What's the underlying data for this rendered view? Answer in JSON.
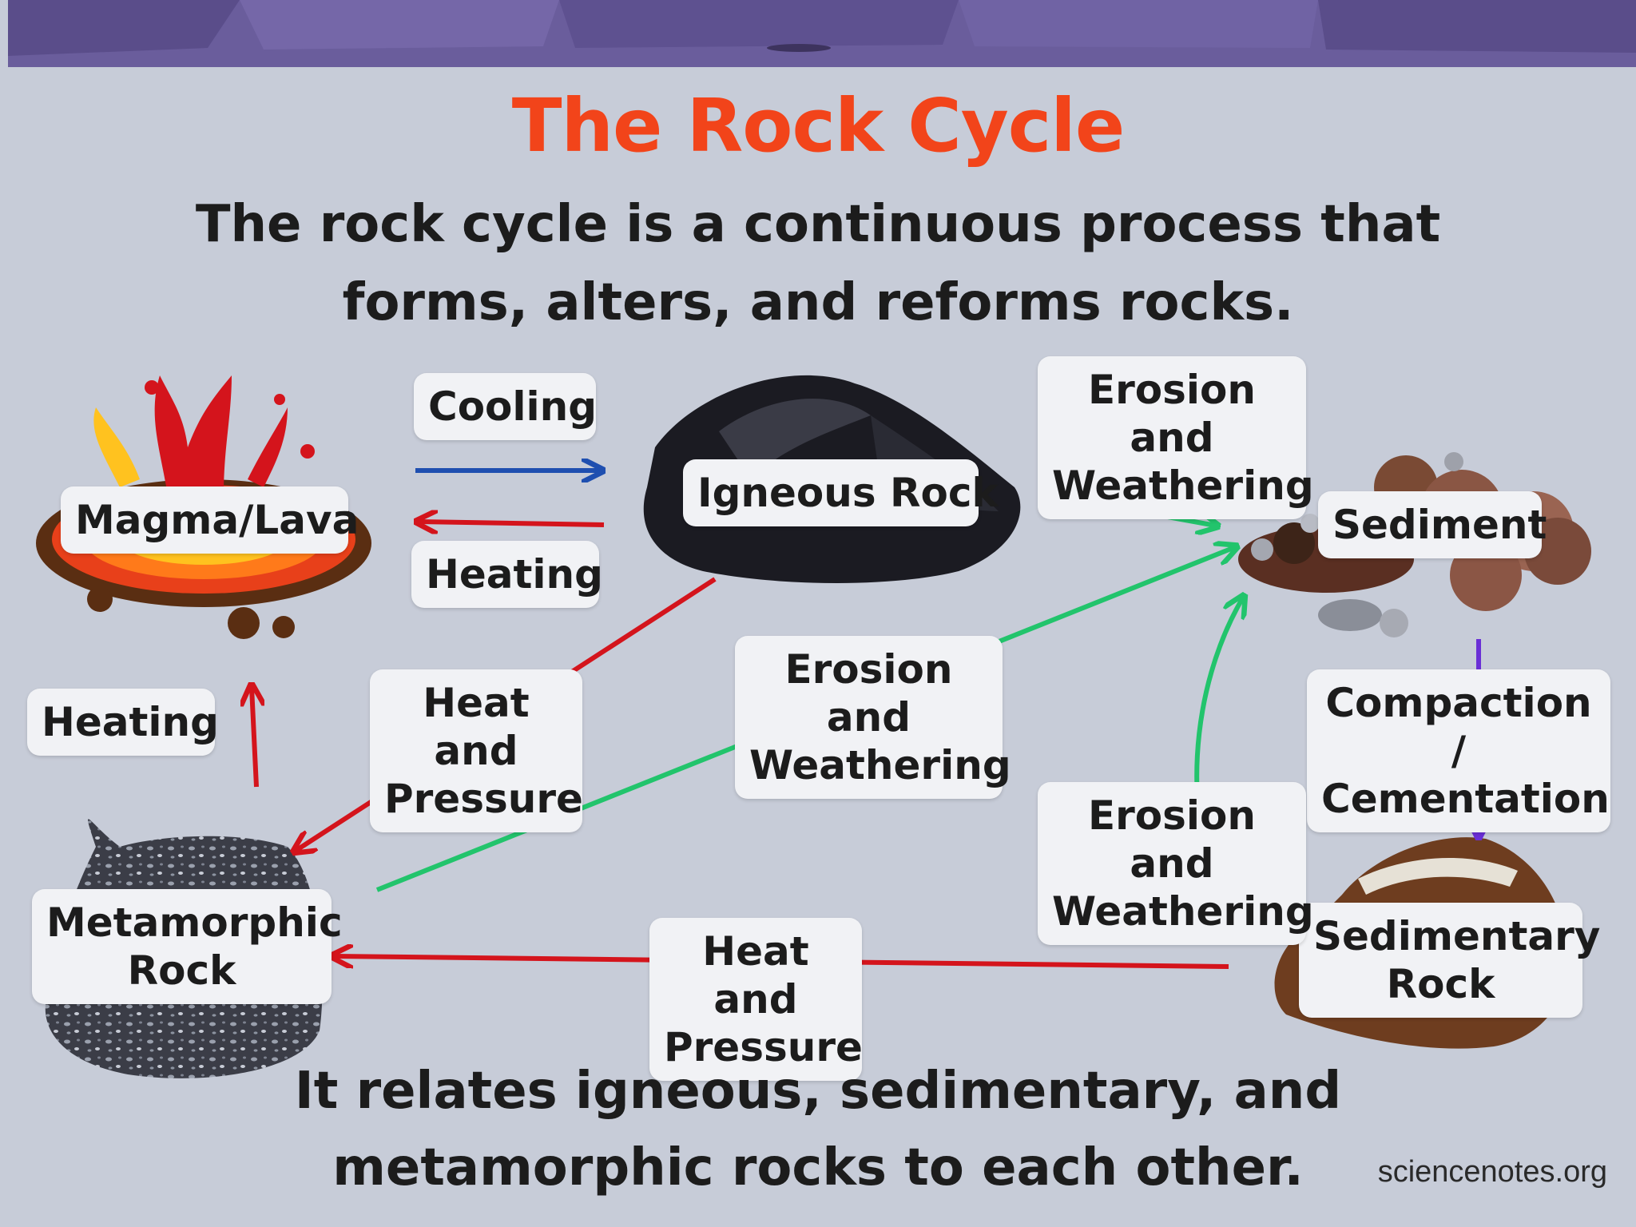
{
  "title": "The Rock Cycle",
  "subtitle": "The rock cycle is a continuous process that forms, alters, and reforms rocks.",
  "footer": "It relates igneous, sedimentary, and metamorphic rocks to each other.",
  "credit": "sciencenotes.org",
  "nodes": {
    "magma": "Magma/Lava",
    "igneous": "Igneous Rock",
    "sediment": "Sediment",
    "metamorphic": "Metamorphic Rock",
    "sedimentary": "Sedimentary Rock"
  },
  "processes": {
    "cooling": "Cooling",
    "heating_top": "Heating",
    "heating_left": "Heating",
    "erosion_top": "Erosion and Weathering",
    "heat_pressure_mid": "Heat and Pressure",
    "erosion_mid": "Erosion and Weathering",
    "compaction": "Compaction / Cementation",
    "erosion_right": "Erosion and Weathering",
    "heat_pressure_bottom": "Heat and Pressure"
  },
  "colors": {
    "title": "#f2441a",
    "background": "#c7ccd8",
    "cooling_arrow": "#1f4fb0",
    "heat_arrow": "#d4141c",
    "erosion_arrow": "#22c46c",
    "compaction_arrow": "#6a2fd6"
  }
}
